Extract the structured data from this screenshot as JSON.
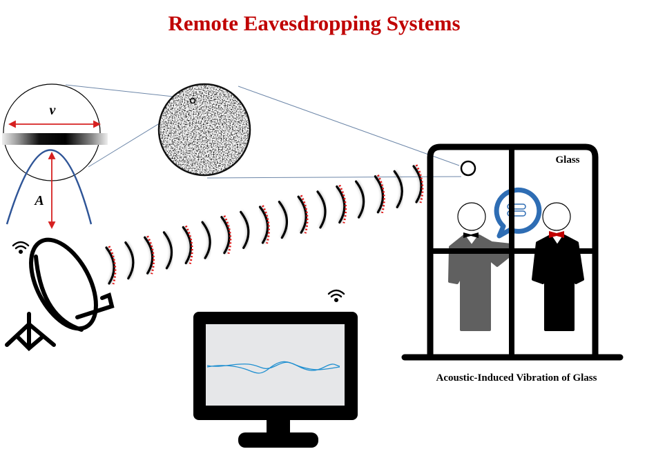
{
  "title": "Remote Eavesdropping Systems",
  "labels": {
    "frequency_symbol": "ν",
    "amplitude_symbol": "A",
    "glass": "Glass",
    "caption": "Acoustic-Induced Vibration of Glass"
  },
  "colors": {
    "title": "#C00000",
    "arrow": "#D62020",
    "curve": "#2F5597",
    "bubble": "#2E6DB4",
    "signal": "#1F8FD0",
    "screen": "#E6E7E9",
    "left_person": "#606060",
    "bow_tie": "#C00000"
  },
  "icons": [
    "wifi-icon",
    "satellite-dish-icon",
    "monitor-icon",
    "speech-bubble-icon",
    "person-icon"
  ]
}
